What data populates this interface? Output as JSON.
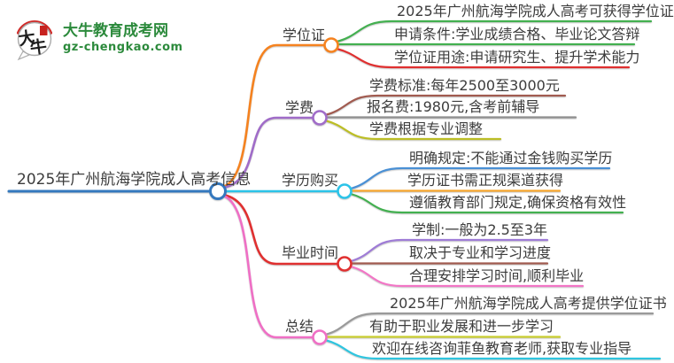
{
  "logo": {
    "icon_text": "大牛",
    "title": "大牛教育成考网",
    "domain": "gz-chengkao.com",
    "brand_green": "#2c8a3c",
    "seal_red": "#c7221f"
  },
  "root": {
    "title": "2025年广州航海学院成人高考信息",
    "color": "#3478be"
  },
  "branches": [
    {
      "label": "学位证",
      "color": "#f5821f",
      "leaves": [
        {
          "text": "2025年广州航海学院成人高考可获得学位证",
          "color": "#43b050"
        },
        {
          "text": "申请条件:学业成绩合格、毕业论文答辩",
          "color": "#43b050"
        },
        {
          "text": "学位证用途:申请研究生、提升学术能力",
          "color": "#e03030"
        }
      ]
    },
    {
      "label": "学费",
      "color": "#a06cc8",
      "leaves": [
        {
          "text": "学费标准:每年2500至3000元",
          "color": "#a15b50"
        },
        {
          "text": "报名费:1980元,含考前辅导",
          "color": "#8f8f8f"
        },
        {
          "text": "学费根据专业调整",
          "color": "#bcbe26"
        }
      ]
    },
    {
      "label": "学历购买",
      "color": "#2bc3e8",
      "leaves": [
        {
          "text": "明确规定:不能通过金钱购买学历",
          "color": "#4a90d5"
        },
        {
          "text": "学历证书需正规渠道获得",
          "color": "#f6a52c"
        },
        {
          "text": "遵循教育部门规定,确保资格有效性",
          "color": "#43b050"
        }
      ]
    },
    {
      "label": "毕业时间",
      "color": "#e03030",
      "leaves": [
        {
          "text": "学制:一般为2.5至3年",
          "color": "#9f7cd6"
        },
        {
          "text": "取决于专业和学习进度",
          "color": "#a15b50"
        },
        {
          "text": "合理安排学习时间,顺利毕业",
          "color": "#f276c6"
        }
      ]
    },
    {
      "label": "总结",
      "color": "#ef6fc5",
      "leaves": [
        {
          "text": "2025年广州航海学院成人高考提供学位证书",
          "color": "#9a9a9a"
        },
        {
          "text": "有助于职业发展和进一步学习",
          "color": "#c9cd2f"
        },
        {
          "text": "欢迎在线咨询菲鱼教育老师,获取专业指导",
          "color": "#2fc5df"
        }
      ]
    }
  ]
}
